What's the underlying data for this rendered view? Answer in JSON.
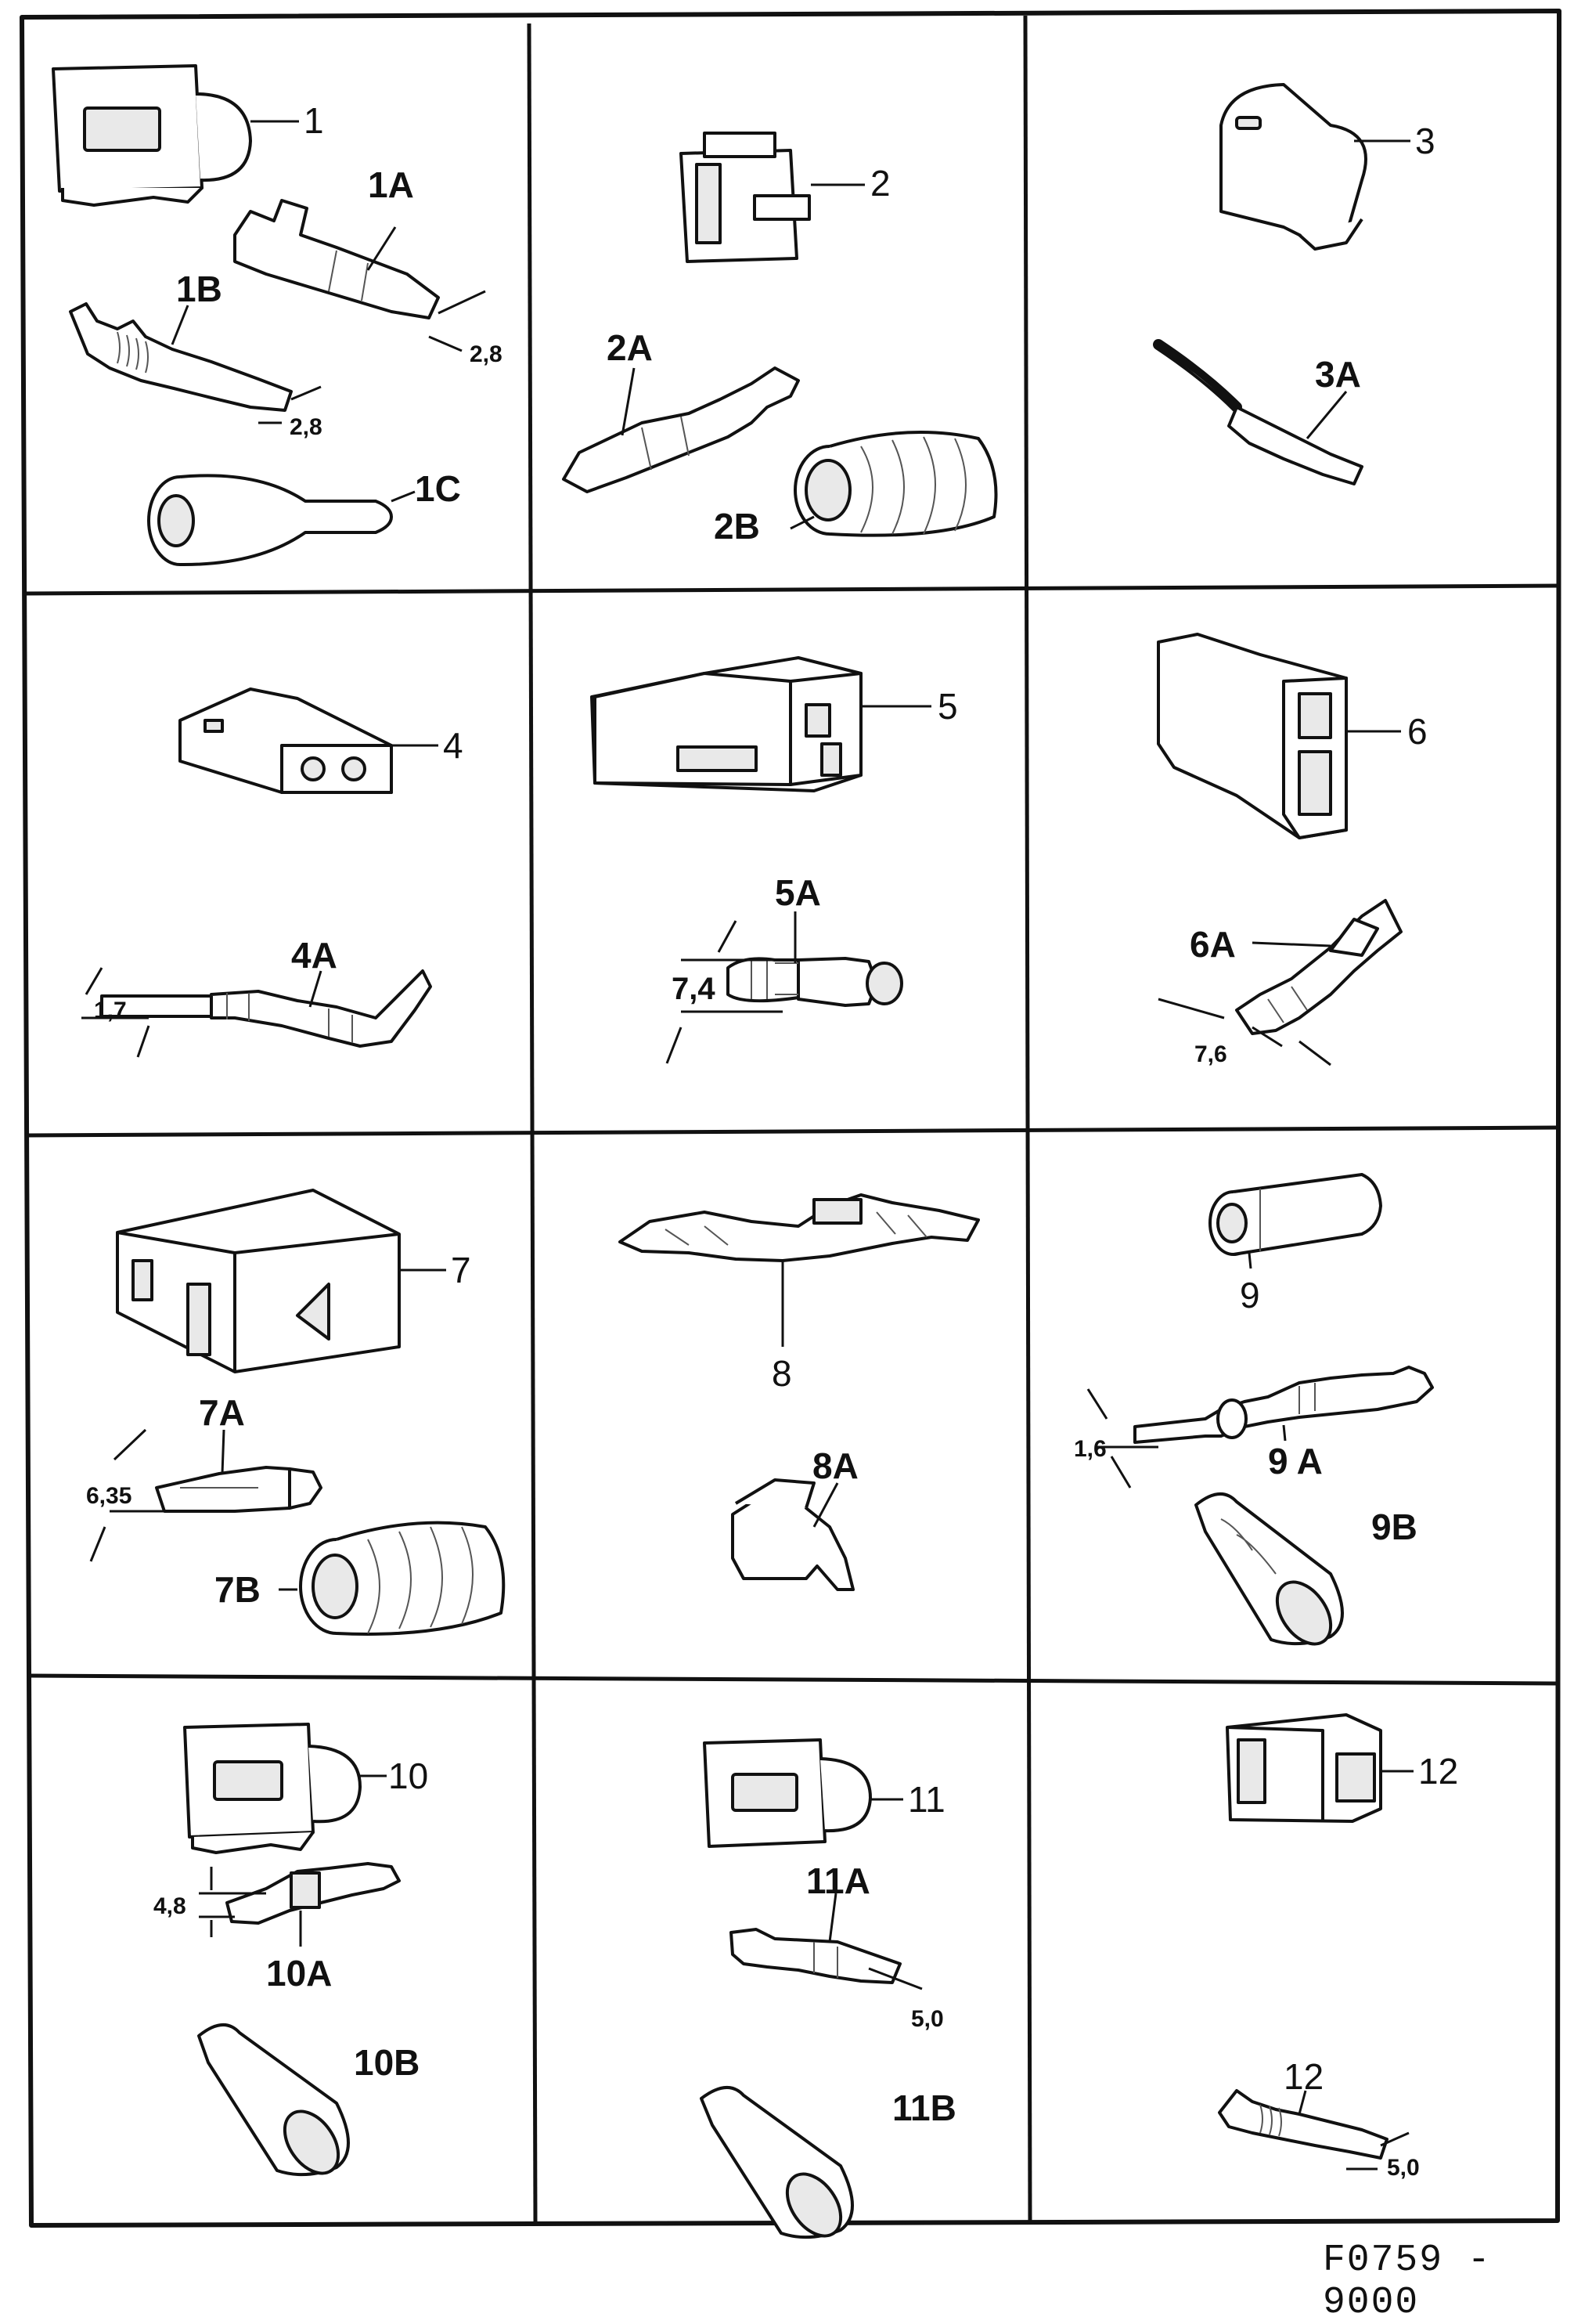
{
  "drawing_number": "F0759 - 9000",
  "cells": [
    {
      "id": "c1",
      "labels": [
        "1",
        "1A",
        "1B",
        "1C"
      ],
      "dims": [
        "2,8",
        "2,8"
      ]
    },
    {
      "id": "c2",
      "labels": [
        "2",
        "2A",
        "2B"
      ],
      "dims": []
    },
    {
      "id": "c3",
      "labels": [
        "3",
        "3A"
      ],
      "dims": []
    },
    {
      "id": "c4",
      "labels": [
        "4",
        "4A"
      ],
      "dims": [
        "1,7"
      ]
    },
    {
      "id": "c5",
      "labels": [
        "5",
        "5A"
      ],
      "dims": [
        "7,4"
      ]
    },
    {
      "id": "c6",
      "labels": [
        "6",
        "6A"
      ],
      "dims": [
        "7,6"
      ]
    },
    {
      "id": "c7",
      "labels": [
        "7",
        "7A",
        "7B"
      ],
      "dims": [
        "6,35"
      ]
    },
    {
      "id": "c8",
      "labels": [
        "8",
        "8A"
      ],
      "dims": []
    },
    {
      "id": "c9",
      "labels": [
        "9",
        "9 A",
        "9B"
      ],
      "dims": [
        "1,6"
      ]
    },
    {
      "id": "c10",
      "labels": [
        "10",
        "10A",
        "10B"
      ],
      "dims": [
        "4,8"
      ]
    },
    {
      "id": "c11",
      "labels": [
        "11",
        "11A",
        "11B"
      ],
      "dims": [
        "5,0"
      ]
    },
    {
      "id": "c12",
      "labels": [
        "12",
        "12"
      ],
      "dims": [
        "5,0"
      ]
    }
  ]
}
